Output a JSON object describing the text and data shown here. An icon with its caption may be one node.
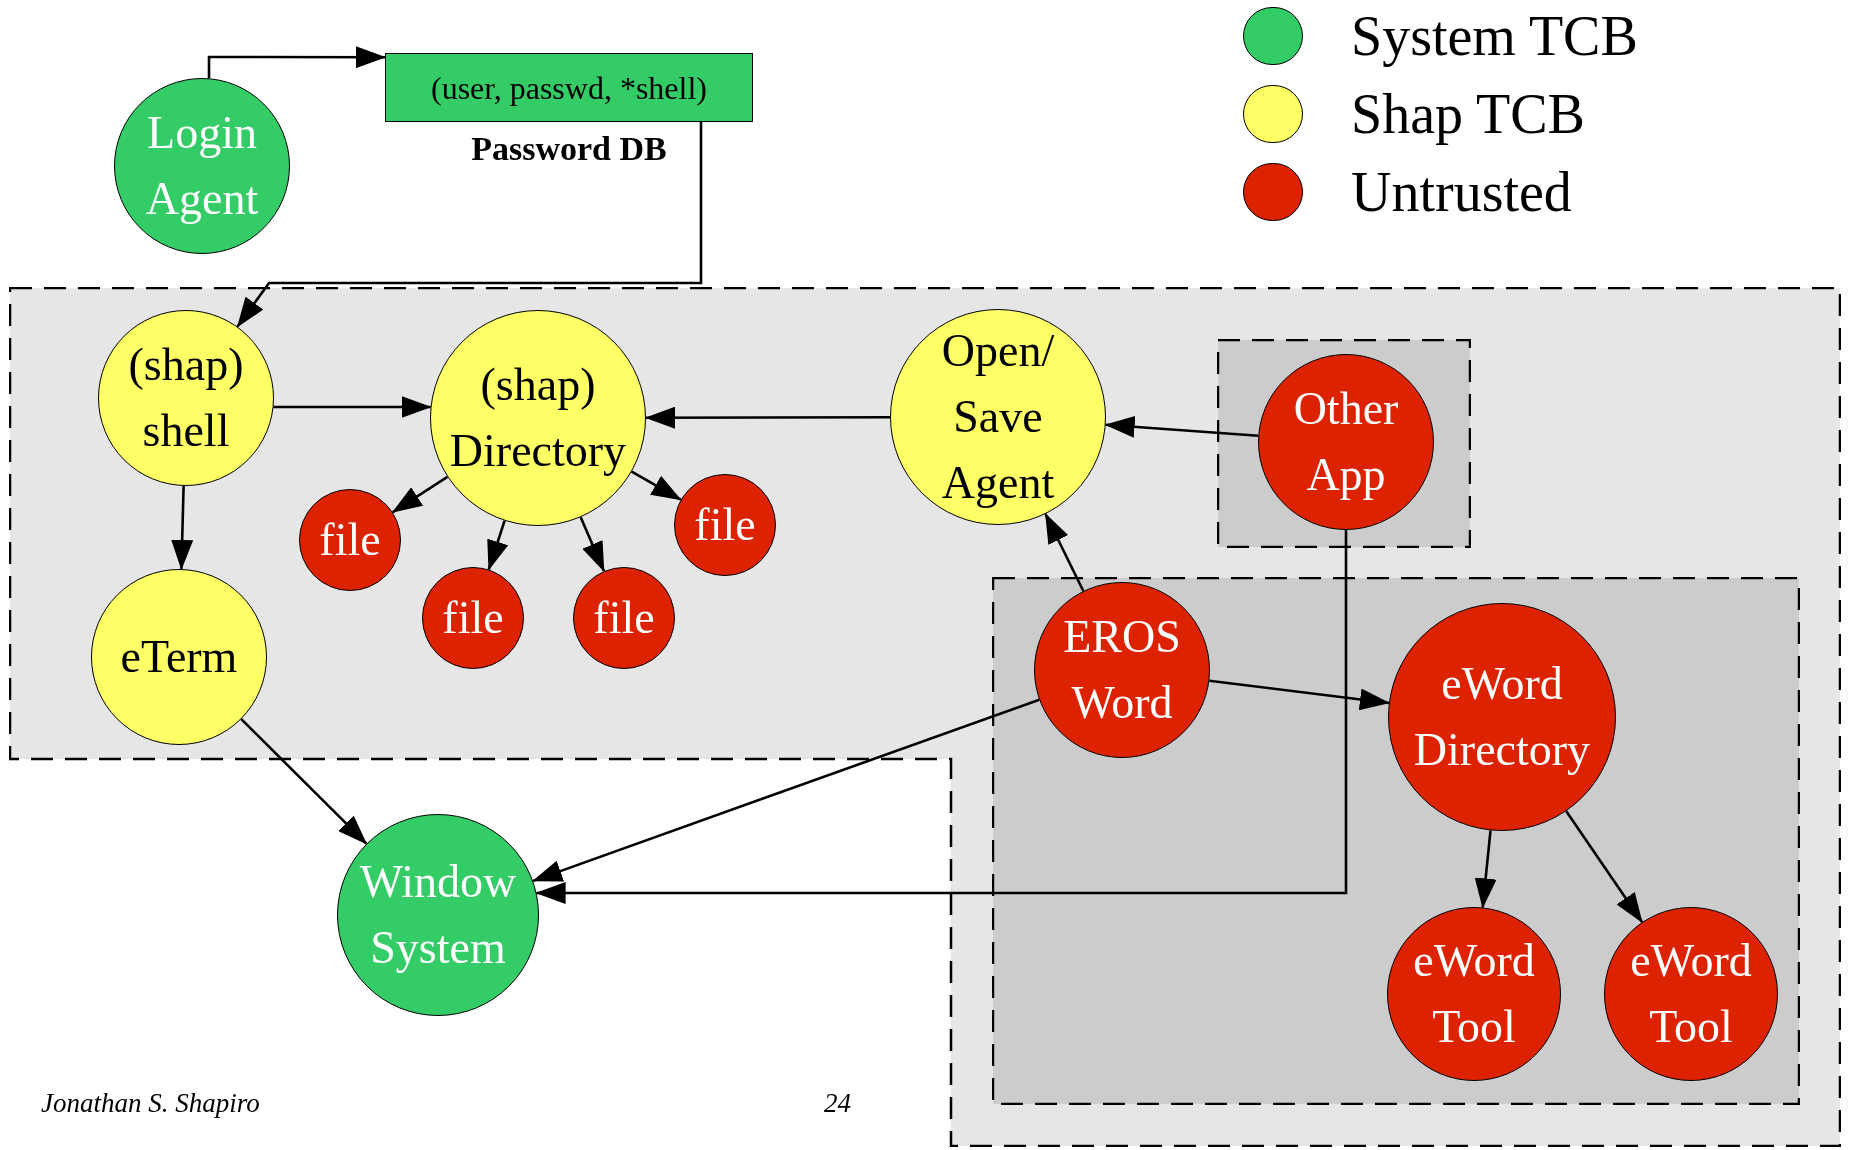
{
  "diagram": {
    "nodes": [
      {
        "text": [
          "Login Agent"
        ]
      },
      {
        "text": [
          "(user, passwd, *shell)",
          "Password DB"
        ]
      },
      {
        "text": [],
        "shape": "box"
      },
      {
        "text": [
          "(shap) shell"
        ],
        "in": 2
      },
      {
        "text": [
          "(shap) Directory"
        ],
        "in": 2
      },
      {
        "text": [
          "Open/ Save Agent"
        ],
        "in": 2
      },
      {
        "text": [],
        "shape": "box",
        "in": 2
      },
      {
        "text": [
          "Other App"
        ],
        "in": 6
      },
      {
        "text": [
          "file"
        ],
        "in": 2
      },
      {
        "text": [
          "file"
        ],
        "in": 2
      },
      {
        "text": [
          "file"
        ],
        "in": 2
      },
      {
        "text": [
          "file"
        ],
        "in": 2
      },
      {
        "text": [
          "eTerm"
        ],
        "in": 2
      },
      {
        "text": [],
        "shape": "box",
        "in": 2
      },
      {
        "text": [
          "EROS Word"
        ],
        "in": 13
      },
      {
        "text": [
          "eWord Directory"
        ],
        "in": 13
      },
      {
        "text": [
          "Window System"
        ]
      },
      {
        "text": [
          "eWord Tool"
        ],
        "in": 13
      },
      {
        "text": [
          "eWord Tool"
        ],
        "in": 13
      }
    ],
    "edges": [
      {
        "from": 0,
        "to": 1,
        "arrow": "to"
      },
      {
        "from": 1,
        "to": 3,
        "arrow": "to"
      },
      {
        "from": 3,
        "to": 4,
        "arrow": "to"
      },
      {
        "from": 3,
        "to": 12,
        "arrow": "to"
      },
      {
        "from": 4,
        "to": 8,
        "arrow": "to"
      },
      {
        "from": 4,
        "to": 10,
        "arrow": "to"
      },
      {
        "from": 4,
        "to": 11,
        "arrow": "to"
      },
      {
        "from": 4,
        "to": 9,
        "arrow": "to"
      },
      {
        "from": 5,
        "to": 4,
        "arrow": "to"
      },
      {
        "from": 7,
        "to": 5,
        "arrow": "to"
      },
      {
        "from": 14,
        "to": 5,
        "arrow": "to"
      },
      {
        "from": 14,
        "to": 15,
        "arrow": "to"
      },
      {
        "from": 14,
        "to": 16,
        "arrow": "to"
      },
      {
        "from": 7,
        "to": 16,
        "arrow": "to"
      },
      {
        "from": 12,
        "to": 16,
        "arrow": "to"
      },
      {
        "from": 15,
        "to": 17,
        "arrow": "to"
      },
      {
        "from": 15,
        "to": 18,
        "arrow": "to"
      }
    ],
    "labels": [
      "Jonathan S. Shapiro",
      "24"
    ],
    "legend": [
      {
        "text": "System TCB",
        "color": "#33cc66"
      },
      {
        "text": "Shap TCB",
        "color": "#ffff66"
      },
      {
        "text": "Untrusted",
        "color": "#dd2200"
      }
    ]
  }
}
